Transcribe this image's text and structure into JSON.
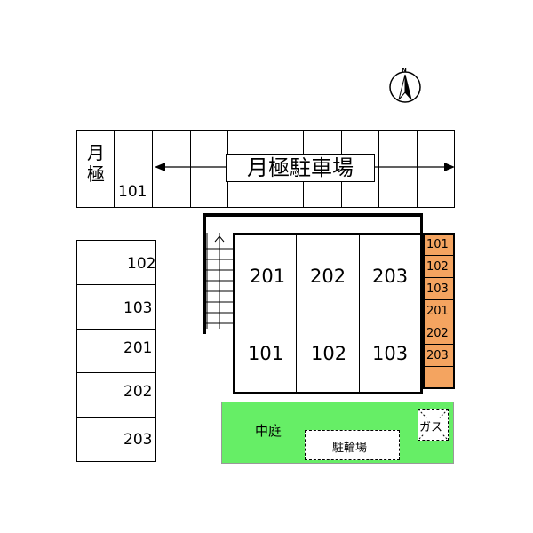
{
  "compass": {
    "north_label": "N",
    "icon": "north-arrow-icon"
  },
  "monthly_parking": {
    "side_label_line1": "月",
    "side_label_line2": "極",
    "first_space": "101",
    "banner": "月極駐車場",
    "space_count": 9
  },
  "left_lot": {
    "spaces": [
      "102",
      "103",
      "201",
      "202",
      "203"
    ]
  },
  "building": {
    "upper_floor": [
      "201",
      "202",
      "203"
    ],
    "lower_floor": [
      "101",
      "102",
      "103"
    ],
    "staircase_icon": "stair-up-arrow-icon"
  },
  "mailboxes": {
    "labels": [
      "101",
      "102",
      "103",
      "201",
      "202",
      "203",
      ""
    ],
    "color": "#f4a460"
  },
  "courtyard": {
    "label": "中庭",
    "bike_parking": "駐輪場",
    "gas": "ガス",
    "color": "#66ee66"
  }
}
